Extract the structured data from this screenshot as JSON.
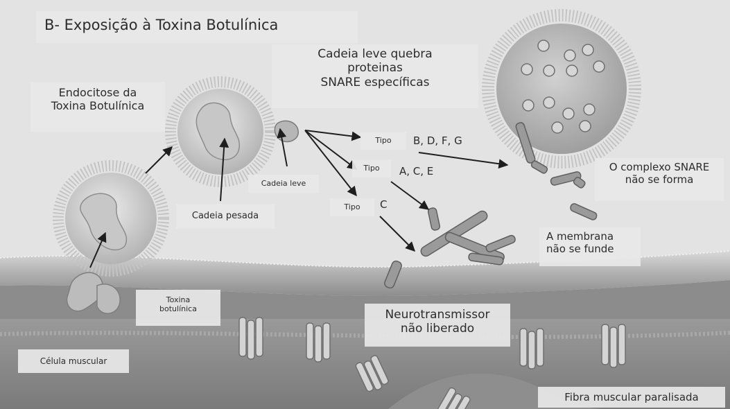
{
  "title": "B- Exposição à Toxina Botulínica",
  "labels": {
    "endocytosis_line1": "Endocitose da",
    "endocytosis_line2": "Toxina Botulínica",
    "light_chain_cleaves_line1": "Cadeia leve quebra",
    "light_chain_cleaves_line2": "proteinas",
    "light_chain_cleaves_line3": "SNARE específicas",
    "light_chain": "Cadeia leve",
    "heavy_chain": "Cadeia pesada",
    "type_word": "Tipo",
    "type_bdfg": "B, D, F, G",
    "type_ace": "A, C, E",
    "type_c": "C",
    "snare_not_formed_line1": "O complexo SNARE",
    "snare_not_formed_line2": "não se forma",
    "membrane_not_fuse_line1": "A membrana",
    "membrane_not_fuse_line2": "não se funde",
    "botulinum_toxin_line1": "Toxina",
    "botulinum_toxin_line2": "botulínica",
    "neurotransmitter_line1": "Neurotransmissor",
    "neurotransmitter_line2": "não liberado",
    "muscle_cell": "Célula muscular",
    "paralyzed_fiber": "Fibra muscular paralisada"
  },
  "colors": {
    "background": "#e6e6e6",
    "membrane": "#bdbdbd",
    "muscle": "#8a8a8a",
    "text": "#2c2c2c"
  }
}
